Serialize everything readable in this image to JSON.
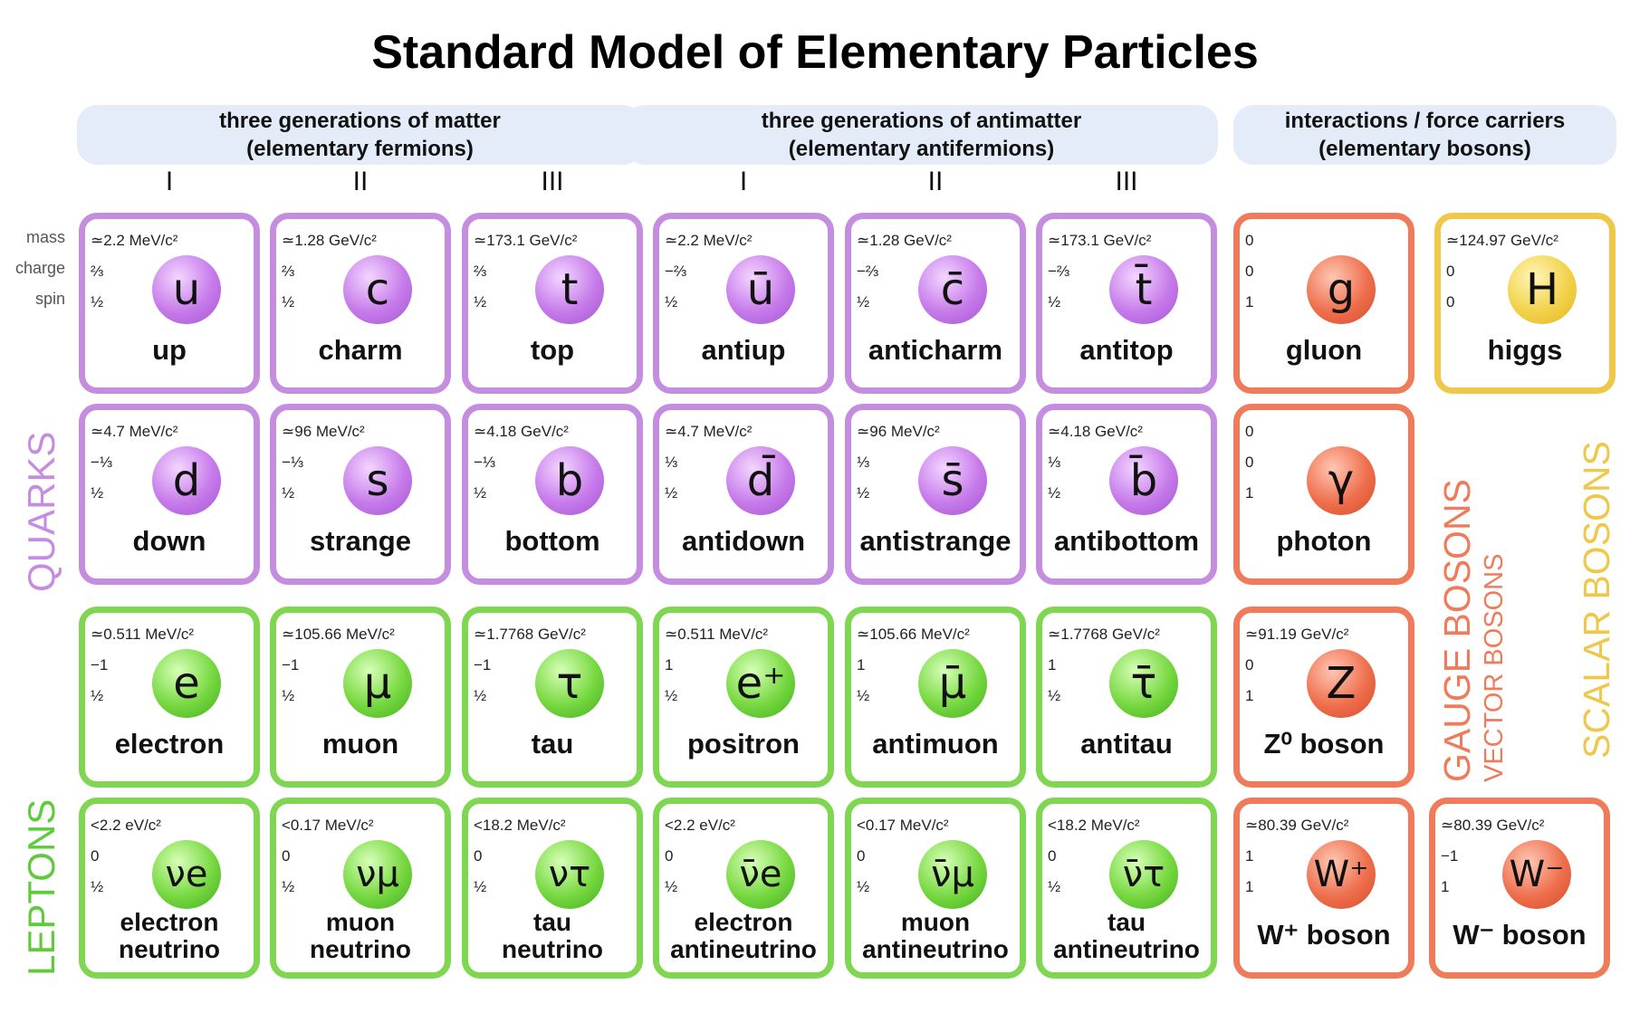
{
  "title": "Standard Model of Elementary Particles",
  "headers": {
    "matter": [
      "three generations of matter",
      "(elementary fermions)"
    ],
    "antimatter": [
      "three generations of antimatter",
      "(elementary antifermions)"
    ],
    "bosons": [
      "interactions / force carriers",
      "(elementary bosons)"
    ]
  },
  "generations": [
    "I",
    "II",
    "III",
    "I",
    "II",
    "III"
  ],
  "row_labels": {
    "mass": "mass",
    "charge": "charge",
    "spin": "spin"
  },
  "group_labels": {
    "quarks": "QUARKS",
    "leptons": "LEPTONS",
    "gauge": "GAUGE BOSONS",
    "vector": "VECTOR BOSONS",
    "scalar": "SCALAR BOSONS"
  },
  "colors": {
    "quark": "#c48de0",
    "lepton": "#7fd651",
    "gauge": "#ef7b5b",
    "scalar": "#efc84a"
  },
  "particles": {
    "up": {
      "mass": "≃2.2 MeV/c²",
      "charge": "⅔",
      "spin": "½",
      "symbol": "u",
      "name": "up"
    },
    "charm": {
      "mass": "≃1.28 GeV/c²",
      "charge": "⅔",
      "spin": "½",
      "symbol": "c",
      "name": "charm"
    },
    "top": {
      "mass": "≃173.1 GeV/c²",
      "charge": "⅔",
      "spin": "½",
      "symbol": "t",
      "name": "top"
    },
    "antiup": {
      "mass": "≃2.2 MeV/c²",
      "charge": "−⅔",
      "spin": "½",
      "symbol": "ū",
      "name": "antiup"
    },
    "anticharm": {
      "mass": "≃1.28 GeV/c²",
      "charge": "−⅔",
      "spin": "½",
      "symbol": "c̄",
      "name": "anticharm"
    },
    "antitop": {
      "mass": "≃173.1 GeV/c²",
      "charge": "−⅔",
      "spin": "½",
      "symbol": "t̄",
      "name": "antitop"
    },
    "gluon": {
      "mass": "0",
      "charge": "0",
      "spin": "1",
      "symbol": "g",
      "name": "gluon"
    },
    "higgs": {
      "mass": "≃124.97 GeV/c²",
      "charge": "0",
      "spin": "0",
      "symbol": "H",
      "name": "higgs"
    },
    "down": {
      "mass": "≃4.7 MeV/c²",
      "charge": "−⅓",
      "spin": "½",
      "symbol": "d",
      "name": "down"
    },
    "strange": {
      "mass": "≃96 MeV/c²",
      "charge": "−⅓",
      "spin": "½",
      "symbol": "s",
      "name": "strange"
    },
    "bottom": {
      "mass": "≃4.18 GeV/c²",
      "charge": "−⅓",
      "spin": "½",
      "symbol": "b",
      "name": "bottom"
    },
    "antidown": {
      "mass": "≃4.7 MeV/c²",
      "charge": "⅓",
      "spin": "½",
      "symbol": "d̄",
      "name": "antidown"
    },
    "antistrange": {
      "mass": "≃96 MeV/c²",
      "charge": "⅓",
      "spin": "½",
      "symbol": "s̄",
      "name": "antistrange"
    },
    "antibottom": {
      "mass": "≃4.18 GeV/c²",
      "charge": "⅓",
      "spin": "½",
      "symbol": "b̄",
      "name": "antibottom"
    },
    "photon": {
      "mass": "0",
      "charge": "0",
      "spin": "1",
      "symbol": "γ",
      "name": "photon"
    },
    "electron": {
      "mass": "≃0.511 MeV/c²",
      "charge": "−1",
      "spin": "½",
      "symbol": "e",
      "name": "electron"
    },
    "muon": {
      "mass": "≃105.66 MeV/c²",
      "charge": "−1",
      "spin": "½",
      "symbol": "μ",
      "name": "muon"
    },
    "tau": {
      "mass": "≃1.7768 GeV/c²",
      "charge": "−1",
      "spin": "½",
      "symbol": "τ",
      "name": "tau"
    },
    "positron": {
      "mass": "≃0.511 MeV/c²",
      "charge": "1",
      "spin": "½",
      "symbol": "e⁺",
      "name": "positron"
    },
    "antimuon": {
      "mass": "≃105.66 MeV/c²",
      "charge": "1",
      "spin": "½",
      "symbol": "μ̄",
      "name": "antimuon"
    },
    "antitau": {
      "mass": "≃1.7768 GeV/c²",
      "charge": "1",
      "spin": "½",
      "symbol": "τ̄",
      "name": "antitau"
    },
    "zboson": {
      "mass": "≃91.19 GeV/c²",
      "charge": "0",
      "spin": "1",
      "symbol": "Z",
      "name": "Z⁰ boson"
    },
    "enu": {
      "mass": "<2.2 eV/c²",
      "charge": "0",
      "spin": "½",
      "symbol": "νe",
      "name1": "electron",
      "name2": "neutrino"
    },
    "munu": {
      "mass": "<0.17 MeV/c²",
      "charge": "0",
      "spin": "½",
      "symbol": "νμ",
      "name1": "muon",
      "name2": "neutrino"
    },
    "taunu": {
      "mass": "<18.2 MeV/c²",
      "charge": "0",
      "spin": "½",
      "symbol": "ντ",
      "name1": "tau",
      "name2": "neutrino"
    },
    "aenu": {
      "mass": "<2.2 eV/c²",
      "charge": "0",
      "spin": "½",
      "symbol": "ν̄e",
      "name1": "electron",
      "name2": "antineutrino"
    },
    "amunu": {
      "mass": "<0.17 MeV/c²",
      "charge": "0",
      "spin": "½",
      "symbol": "ν̄μ",
      "name1": "muon",
      "name2": "antineutrino"
    },
    "ataunu": {
      "mass": "<18.2 MeV/c²",
      "charge": "0",
      "spin": "½",
      "symbol": "ν̄τ",
      "name1": "tau",
      "name2": "antineutrino"
    },
    "wplus": {
      "mass": "≃80.39 GeV/c²",
      "charge": "1",
      "spin": "1",
      "symbol": "W⁺",
      "name": "W⁺ boson"
    },
    "wminus": {
      "mass": "≃80.39 GeV/c²",
      "charge": "−1",
      "spin": "1",
      "symbol": "W⁻",
      "name": "W⁻ boson"
    }
  }
}
